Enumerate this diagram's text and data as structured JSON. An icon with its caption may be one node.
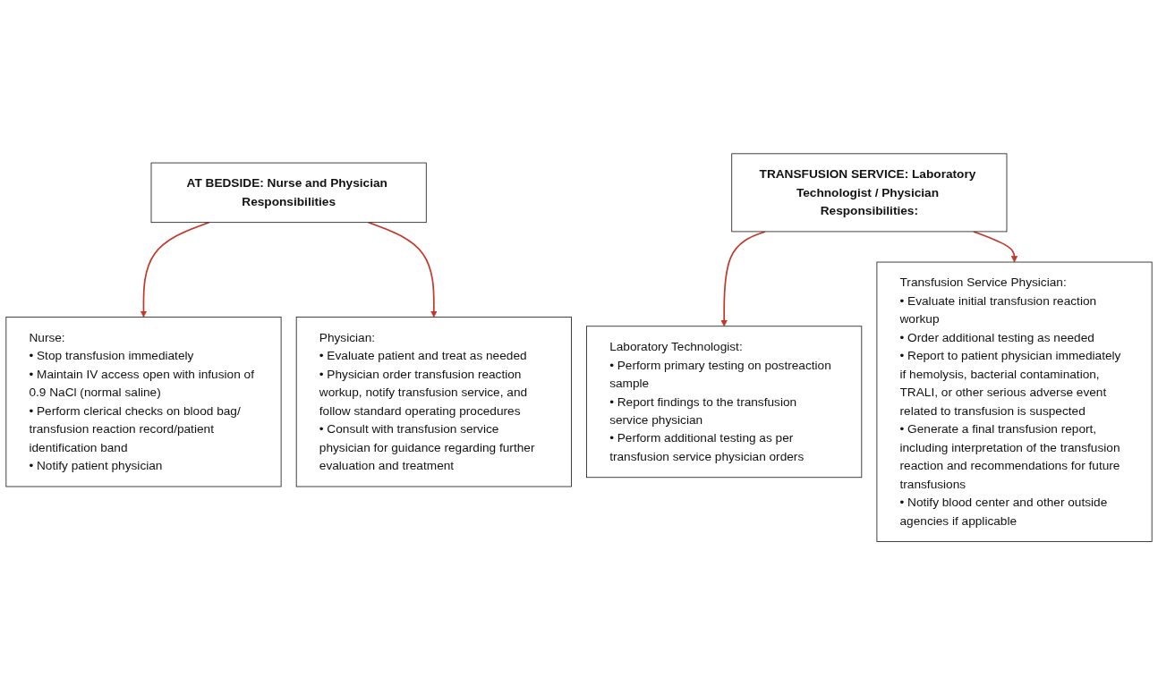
{
  "diagram": {
    "nodes": [
      {
        "text": [
          "AT BEDSIDE: Nurse and Physician Responsibilities"
        ]
      },
      {
        "text": [
          "Nurse:",
          "• Stop transfusion immediately",
          "• Maintain IV access open with infusion of 0.9 NaCl (normal saline)",
          "• Perform clerical checks on blood bag/ transfusion reaction record/patient identification band",
          "• Notify patient physician"
        ]
      },
      {
        "text": [
          "Physician:",
          "• Evaluate patient and treat as needed",
          "• Physician order transfusion reaction workup, notify transfusion service, and follow standard operating procedures",
          "• Consult with transfusion service physician for guidance regarding further evaluation and treatment"
        ]
      },
      {
        "text": [
          "TRANSFUSION SERVICE: Laboratory Technologist / Physician Responsibilities:"
        ]
      },
      {
        "text": [
          "Laboratory Technologist:",
          "• Perform primary testing on postreaction sample",
          "• Report findings to the transfusion service physician",
          "• Perform additional testing as per transfusion service physician orders"
        ]
      },
      {
        "text": [
          "Transfusion Service Physician:",
          "• Evaluate initial transfusion reaction workup",
          "• Order additional testing as needed",
          "• Report to patient physician immediately if hemolysis, bacterial contamination, TRALI, or other serious adverse event related to transfusion is suspected",
          "• Generate a final transfusion report, including interpretation of the transfusion reaction and recommendations for future transfusions",
          "• Notify blood center and other outside agencies if applicable"
        ]
      }
    ],
    "edges": [
      {
        "from": 0,
        "to": 1,
        "arrow": "to"
      },
      {
        "from": 0,
        "to": 2,
        "arrow": "to"
      },
      {
        "from": 3,
        "to": 4,
        "arrow": "to"
      },
      {
        "from": 3,
        "to": 5,
        "arrow": "to"
      }
    ]
  }
}
